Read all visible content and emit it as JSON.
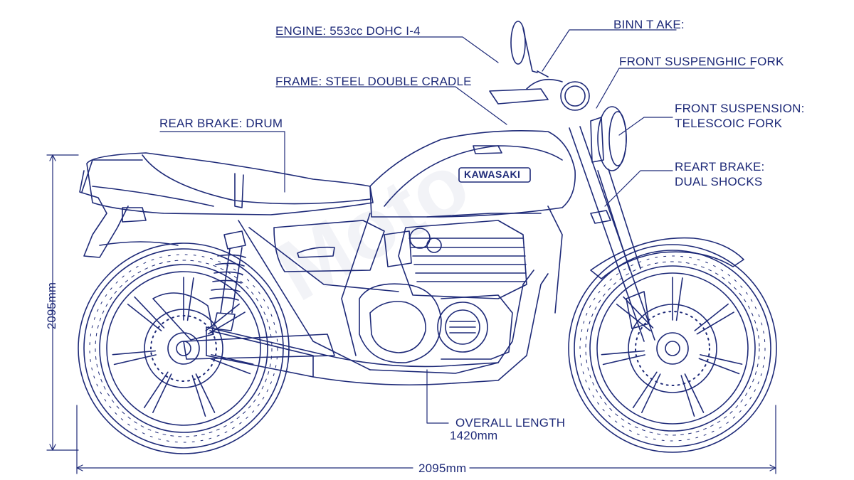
{
  "brand_badge": "KAWASAKI",
  "watermark_text": "Moto",
  "callouts": {
    "engine": "ENGINE: 553cc DOHC I-4",
    "frame": "FRAME: STEEL DOUBLE CRADLE",
    "rear_brake": "REAR BRAKE: DRUM",
    "top_right": "BINN T AKE:",
    "front_fork_short": "FRONT SUSPENGHIC FORK",
    "front_suspension_line1": "FRONT SUSPENSION:",
    "front_suspension_line2": "TELESCOIC FORK",
    "rear_shocks_line1": "REART BRAKE:",
    "rear_shocks_line2": "DUAL SHOCKS",
    "overall_length_line1": "OVERALL LENGTH",
    "overall_length_line2": "1420mm"
  },
  "dimensions": {
    "height_label": "2095mm",
    "length_label": "2095mm"
  },
  "colors": {
    "ink": "#1e2a78",
    "background": "#ffffff"
  }
}
